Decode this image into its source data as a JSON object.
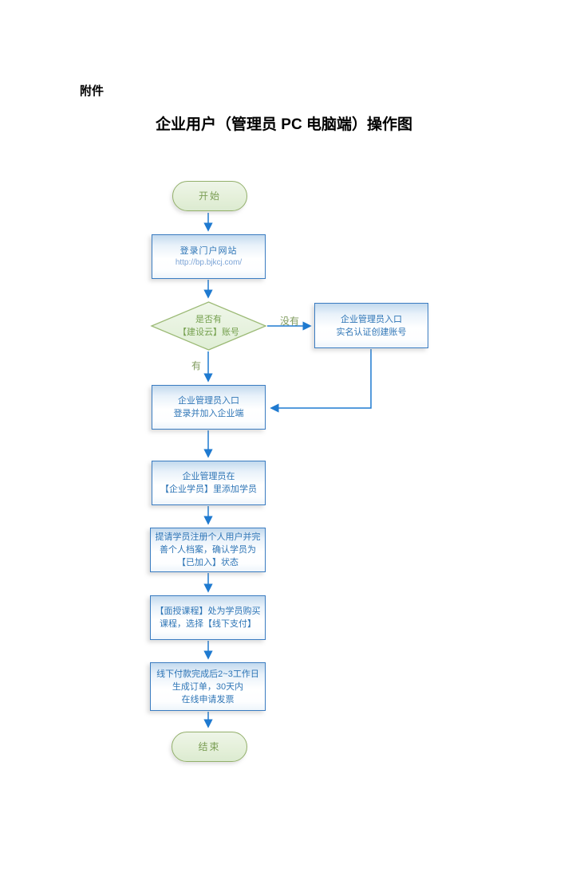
{
  "page": {
    "attachment_label": "附件",
    "title": "企业用户（管理员 PC 电脑端）操作图"
  },
  "flowchart": {
    "start": {
      "label": "开始"
    },
    "login_portal": {
      "line1": "登录门户网站",
      "line2": "http://bp.bjkcj.com/"
    },
    "decision": {
      "text": "是否有\n【建设云】账号"
    },
    "branch_no_label": "没有",
    "branch_yes_label": "有",
    "create_account": {
      "text": "企业管理员入口\n实名认证创建账号"
    },
    "admin_login": {
      "text": "企业管理员入口\n登录并加入企业端"
    },
    "add_students": {
      "text": "企业管理员在\n【企业学员】里添加学员"
    },
    "student_register": {
      "text": "提请学员注册个人用户并完\n善个人档案，确认学员为\n【已加入】状态"
    },
    "buy_course": {
      "text": "【面授课程】处为学员购买\n课程，选择【线下支付】"
    },
    "offline_payment": {
      "text": "线下付款完成后2~3工作日\n生成订单，30天内\n在线申请发票"
    },
    "end": {
      "label": "结束"
    }
  },
  "colors": {
    "box-border": "#3a7cc1",
    "box-text": "#2e75b6",
    "url-text": "#7ba3d6",
    "green-border": "#93b06b",
    "green-fill": "#e5f0da",
    "green-text": "#7b9e55",
    "connector": "#1f7ad0",
    "label-text": "#7f9b5e"
  }
}
